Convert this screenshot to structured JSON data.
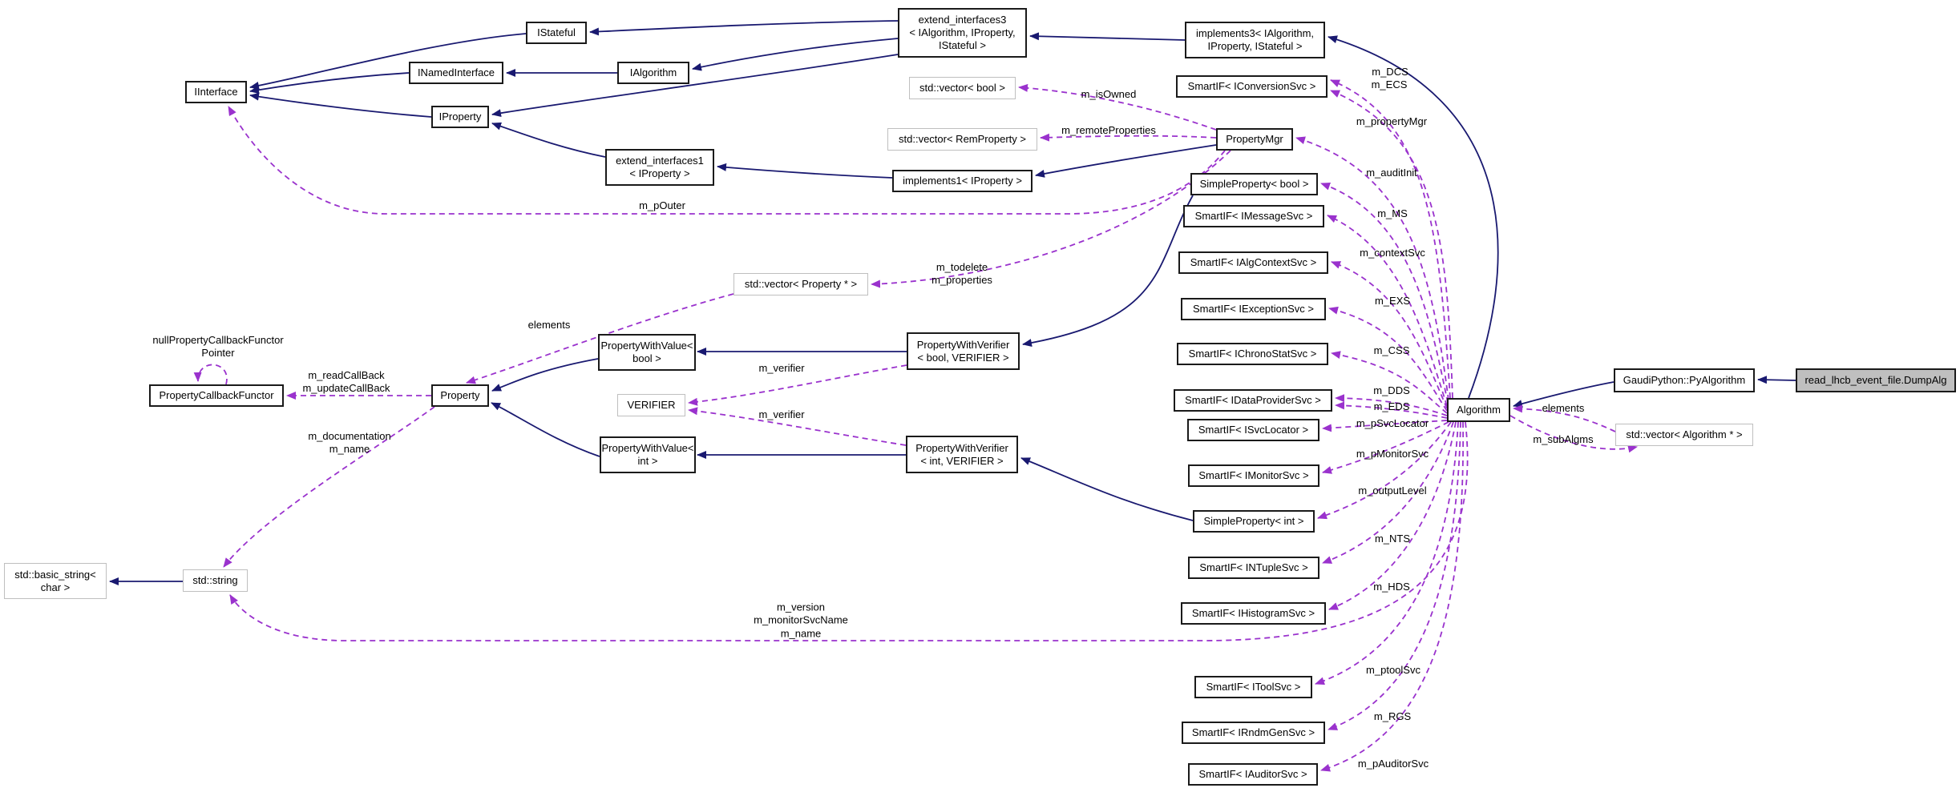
{
  "diagram": {
    "kind": "doxygen-collaboration-graph",
    "current_class": "read_lhcb_event_file.DumpAlg",
    "colors": {
      "inheritance_edge": "#191970",
      "usage_edge": "#9a32cd",
      "node_border": "#1a1a1a",
      "template_node_border": "#bfbfbf",
      "current_node_fill": "#bfbfbf",
      "background": "#ffffff",
      "text": "#000000"
    }
  },
  "nodes": {
    "iinterface": {
      "label": "IInterface"
    },
    "istateful": {
      "label": "IStateful"
    },
    "inamedinterface": {
      "label": "INamedInterface"
    },
    "ialgorithm": {
      "label": "IAlgorithm"
    },
    "iproperty": {
      "label": "IProperty"
    },
    "extend_interfaces1": {
      "label": "extend_interfaces1\n< IProperty >"
    },
    "extend_interfaces3": {
      "label": "extend_interfaces3\n< IAlgorithm, IProperty,\nIStateful >"
    },
    "implements1": {
      "label": "implements1< IProperty >"
    },
    "implements3": {
      "label": "implements3< IAlgorithm,\nIProperty, IStateful >"
    },
    "vector_bool": {
      "label": "std::vector< bool >"
    },
    "vector_remproperty": {
      "label": "std::vector< RemProperty >"
    },
    "propertymgr": {
      "label": "PropertyMgr"
    },
    "simpleproperty_bool": {
      "label": "SimpleProperty< bool >"
    },
    "smartif_iconversionsvc": {
      "label": "SmartIF< IConversionSvc >"
    },
    "smartif_imessagesvc": {
      "label": "SmartIF< IMessageSvc >"
    },
    "smartif_ialgcontextsvc": {
      "label": "SmartIF< IAlgContextSvc >"
    },
    "smartif_iexceptionsvc": {
      "label": "SmartIF< IExceptionSvc >"
    },
    "smartif_ichronostatsvc": {
      "label": "SmartIF< IChronoStatSvc >"
    },
    "smartif_idataprovidersvc": {
      "label": "SmartIF< IDataProviderSvc >"
    },
    "smartif_isvclocator": {
      "label": "SmartIF< ISvcLocator >"
    },
    "smartif_imonitorsvc": {
      "label": "SmartIF< IMonitorSvc >"
    },
    "simpleproperty_int": {
      "label": "SimpleProperty< int >"
    },
    "smartif_intuplesvc": {
      "label": "SmartIF< INTupleSvc >"
    },
    "smartif_ihistogramsvc": {
      "label": "SmartIF< IHistogramSvc >"
    },
    "smartif_itoolsvc": {
      "label": "SmartIF< IToolSvc >"
    },
    "smartif_irndmgensvc": {
      "label": "SmartIF< IRndmGenSvc >"
    },
    "smartif_iauditorsvc": {
      "label": "SmartIF< IAuditorSvc >"
    },
    "algorithm": {
      "label": "Algorithm"
    },
    "pyalgorithm": {
      "label": "GaudiPython::PyAlgorithm"
    },
    "dumpalg": {
      "label": "read_lhcb_event_file.DumpAlg"
    },
    "vector_algorithm": {
      "label": "std::vector< Algorithm * >"
    },
    "vector_property": {
      "label": "std::vector< Property * >"
    },
    "pwv_bool": {
      "label": "PropertyWithValue<\nbool >"
    },
    "pwvf_bool": {
      "label": "PropertyWithVerifier\n< bool, VERIFIER >"
    },
    "verifier": {
      "label": "VERIFIER"
    },
    "pwv_int": {
      "label": "PropertyWithValue<\nint >"
    },
    "pwvf_int": {
      "label": "PropertyWithVerifier\n< int, VERIFIER >"
    },
    "property": {
      "label": "Property"
    },
    "pcf": {
      "label": "PropertyCallbackFunctor"
    },
    "stdstring": {
      "label": "std::string"
    },
    "basicstring": {
      "label": "std::basic_string<\nchar >"
    }
  },
  "edges": [
    {
      "from": "istateful",
      "to": "iinterface",
      "type": "inheritance"
    },
    {
      "from": "inamedinterface",
      "to": "iinterface",
      "type": "inheritance"
    },
    {
      "from": "iproperty",
      "to": "iinterface",
      "type": "inheritance"
    },
    {
      "from": "ialgorithm",
      "to": "inamedinterface",
      "type": "inheritance"
    },
    {
      "from": "extend_interfaces3",
      "to": "istateful",
      "type": "inheritance"
    },
    {
      "from": "extend_interfaces3",
      "to": "ialgorithm",
      "type": "inheritance"
    },
    {
      "from": "extend_interfaces3",
      "to": "iproperty",
      "type": "inheritance"
    },
    {
      "from": "extend_interfaces1",
      "to": "iproperty",
      "type": "inheritance"
    },
    {
      "from": "implements1",
      "to": "extend_interfaces1",
      "type": "inheritance"
    },
    {
      "from": "implements3",
      "to": "extend_interfaces3",
      "type": "inheritance"
    },
    {
      "from": "propertymgr",
      "to": "implements1",
      "type": "inheritance"
    },
    {
      "from": "algorithm",
      "to": "implements3",
      "type": "inheritance"
    },
    {
      "from": "pyalgorithm",
      "to": "algorithm",
      "type": "inheritance"
    },
    {
      "from": "dumpalg",
      "to": "pyalgorithm",
      "type": "inheritance"
    },
    {
      "from": "pwv_bool",
      "to": "property",
      "type": "inheritance"
    },
    {
      "from": "pwv_int",
      "to": "property",
      "type": "inheritance"
    },
    {
      "from": "pwvf_bool",
      "to": "pwv_bool",
      "type": "inheritance"
    },
    {
      "from": "pwvf_int",
      "to": "pwv_int",
      "type": "inheritance"
    },
    {
      "from": "simpleproperty_bool",
      "to": "pwvf_bool",
      "type": "inheritance"
    },
    {
      "from": "simpleproperty_int",
      "to": "pwvf_int",
      "type": "inheritance"
    },
    {
      "from": "stdstring",
      "to": "basicstring",
      "type": "inheritance"
    },
    {
      "from": "algorithm",
      "to": "smartif_iconversionsvc",
      "type": "usage",
      "label": "m_DCS"
    },
    {
      "from": "algorithm",
      "to": "smartif_iconversionsvc",
      "type": "usage",
      "label": "m_ECS"
    },
    {
      "from": "algorithm",
      "to": "propertymgr",
      "type": "usage",
      "label": "m_propertyMgr"
    },
    {
      "from": "algorithm",
      "to": "simpleproperty_bool",
      "type": "usage",
      "label": "m_auditInit"
    },
    {
      "from": "algorithm",
      "to": "smartif_imessagesvc",
      "type": "usage",
      "label": "m_MS"
    },
    {
      "from": "algorithm",
      "to": "smartif_ialgcontextsvc",
      "type": "usage",
      "label": "m_contextSvc"
    },
    {
      "from": "algorithm",
      "to": "smartif_iexceptionsvc",
      "type": "usage",
      "label": "m_EXS"
    },
    {
      "from": "algorithm",
      "to": "smartif_ichronostatsvc",
      "type": "usage",
      "label": "m_CSS"
    },
    {
      "from": "algorithm",
      "to": "smartif_idataprovidersvc",
      "type": "usage",
      "label": "m_DDS"
    },
    {
      "from": "algorithm",
      "to": "smartif_idataprovidersvc",
      "type": "usage",
      "label": "m_EDS"
    },
    {
      "from": "algorithm",
      "to": "smartif_isvclocator",
      "type": "usage",
      "label": "m_pSvcLocator"
    },
    {
      "from": "algorithm",
      "to": "smartif_imonitorsvc",
      "type": "usage",
      "label": "m_pMonitorSvc"
    },
    {
      "from": "algorithm",
      "to": "simpleproperty_int",
      "type": "usage",
      "label": "m_outputLevel"
    },
    {
      "from": "algorithm",
      "to": "smartif_intuplesvc",
      "type": "usage",
      "label": "m_NTS"
    },
    {
      "from": "algorithm",
      "to": "smartif_ihistogramsvc",
      "type": "usage",
      "label": "m_HDS"
    },
    {
      "from": "algorithm",
      "to": "smartif_itoolsvc",
      "type": "usage",
      "label": "m_ptoolSvc"
    },
    {
      "from": "algorithm",
      "to": "smartif_irndmgensvc",
      "type": "usage",
      "label": "m_RGS"
    },
    {
      "from": "algorithm",
      "to": "smartif_iauditorsvc",
      "type": "usage",
      "label": "m_pAuditorSvc"
    },
    {
      "from": "algorithm",
      "to": "stdstring",
      "type": "usage",
      "label": "m_version\nm_monitorSvcName\nm_name"
    },
    {
      "from": "propertymgr",
      "to": "vector_bool",
      "type": "usage",
      "label": "m_isOwned"
    },
    {
      "from": "propertymgr",
      "to": "vector_remproperty",
      "type": "usage",
      "label": "m_remoteProperties"
    },
    {
      "from": "propertymgr",
      "to": "vector_property",
      "type": "usage",
      "label": "m_todelete\nm_properties"
    },
    {
      "from": "propertymgr",
      "to": "iinterface",
      "type": "usage",
      "label": "m_pOuter"
    },
    {
      "from": "vector_algorithm",
      "to": "algorithm",
      "type": "usage",
      "label": "elements"
    },
    {
      "from": "algorithm",
      "to": "vector_algorithm",
      "type": "usage",
      "label": "m_subAlgms"
    },
    {
      "from": "pwvf_bool",
      "to": "verifier",
      "type": "usage",
      "label": "m_verifier"
    },
    {
      "from": "pwvf_int",
      "to": "verifier",
      "type": "usage",
      "label": "m_verifier"
    },
    {
      "from": "vector_property",
      "to": "property",
      "type": "usage",
      "label": "elements"
    },
    {
      "from": "property",
      "to": "pcf",
      "type": "usage",
      "label": "m_readCallBack\nm_updateCallBack"
    },
    {
      "from": "pcf",
      "to": "pcf",
      "type": "usage",
      "label": "nullPropertyCallbackFunctor\nPointer"
    },
    {
      "from": "property",
      "to": "stdstring",
      "type": "usage",
      "label": "m_documentation\nm_name"
    }
  ]
}
